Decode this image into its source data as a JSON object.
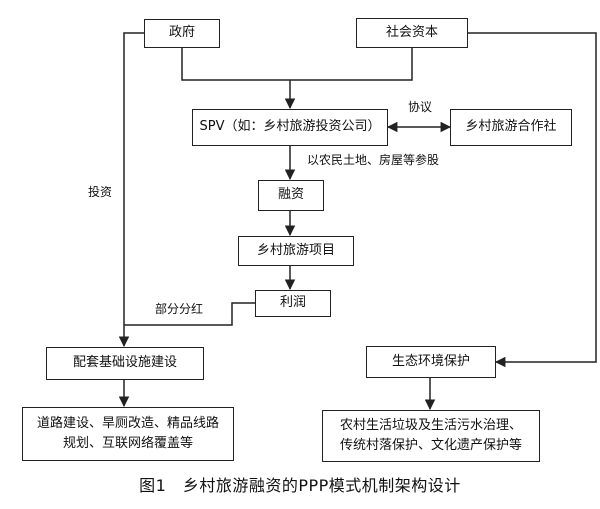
{
  "nodes": {
    "gov": "政府",
    "social_capital": "社会资本",
    "spv": "SPV（如：乡村旅游投资公司）",
    "coop": "乡村旅游合作社",
    "financing": "融资",
    "project": "乡村旅游项目",
    "profit": "利润",
    "infra": "配套基础设施建设",
    "infra_detail": [
      "道路建设、旱厕改造、精品线路",
      "规划、互联网络覆盖等"
    ],
    "eco": "生态环境保护",
    "eco_detail": [
      "农村生活垃圾及生活污水治理、",
      "传统村落保护、文化遗产保护等"
    ]
  },
  "edge_labels": {
    "agreement": "协议",
    "land": "以农民土地、房屋等参股",
    "invest": "投资",
    "dividend": "部分分红"
  },
  "caption": "图1　乡村旅游融资的PPP模式机制架构设计"
}
